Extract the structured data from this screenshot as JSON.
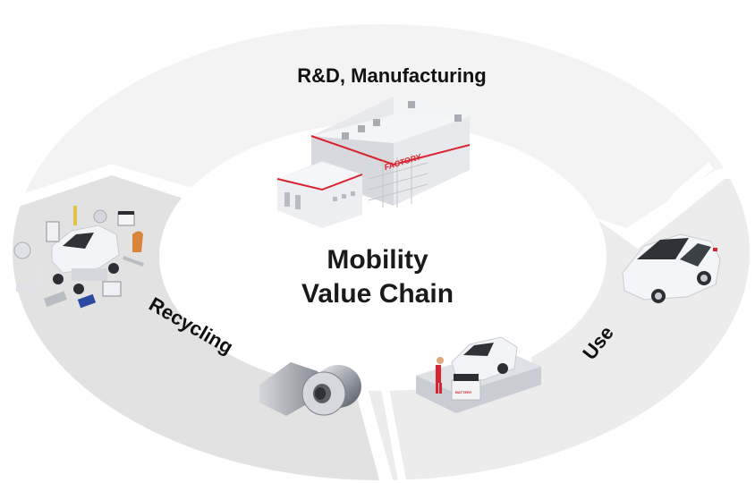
{
  "diagram": {
    "title_line1": "Mobility",
    "title_line2": "Value Chain",
    "stages": [
      {
        "id": "rd-manufacturing",
        "label": "R&D, Manufacturing",
        "illustration": "factory-icon",
        "sign_text": "FACTORY"
      },
      {
        "id": "use",
        "label": "Use",
        "illustration": [
          "car-icon",
          "battery-service-icon"
        ],
        "sign_text": "BATTERY"
      },
      {
        "id": "recycling",
        "label": "Recycling",
        "illustration": [
          "disassembled-car-parts-icon",
          "metal-ingots-coil-icon"
        ]
      }
    ],
    "flow": [
      "R&D, Manufacturing",
      "Use",
      "Recycling",
      "R&D, Manufacturing"
    ],
    "colors": {
      "segment_rd": "#f3f3f3",
      "segment_use": "#ececec",
      "segment_recycling": "#e2e2e2",
      "center": "#ffffff",
      "accent": "#d9232e",
      "text": "#111111"
    }
  }
}
